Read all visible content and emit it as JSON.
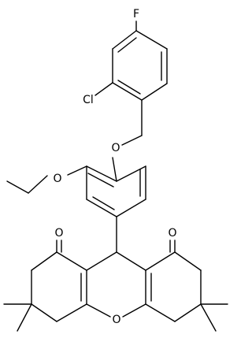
{
  "atoms": {
    "F": "F",
    "Cl": "Cl",
    "O_ether_benzyl": "O",
    "O_ethoxy": "O",
    "O_ketone_left": "O",
    "O_ketone_right": "O",
    "O_xanthene": "O"
  },
  "colors": {
    "bond": "#000000",
    "background": "#ffffff"
  }
}
